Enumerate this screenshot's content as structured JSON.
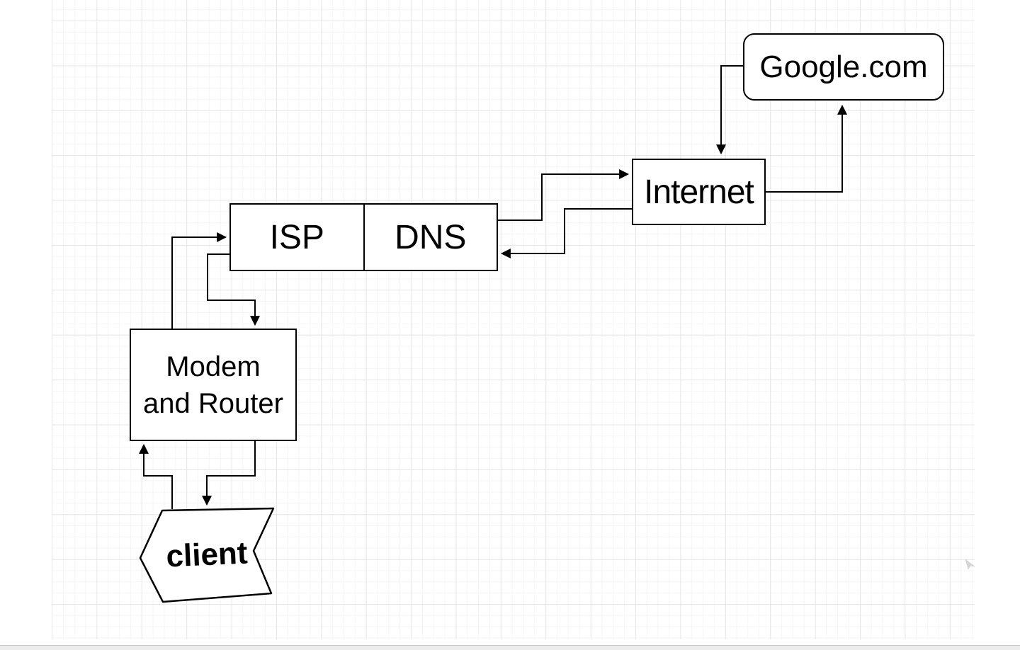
{
  "diagram": {
    "title": "",
    "nodes": {
      "google": {
        "label": "Google.com",
        "shape": "rounded-rectangle"
      },
      "internet": {
        "label": "Internet",
        "shape": "rectangle"
      },
      "isp": {
        "label": "ISP",
        "shape": "rectangle-cell"
      },
      "dns": {
        "label": "DNS",
        "shape": "rectangle-cell"
      },
      "modem": {
        "label": "Modem and Router",
        "line1": "Modem",
        "line2": "and Router",
        "shape": "rectangle"
      },
      "client": {
        "label": "client",
        "shape": "chevron-left"
      }
    },
    "edges": [
      {
        "from": "Google.com",
        "to": "Internet",
        "arrow": "into Internet top"
      },
      {
        "from": "Internet",
        "to": "Google.com",
        "arrow": "into Google.com bottom"
      },
      {
        "from": "DNS",
        "to": "Internet",
        "arrow": "into Internet left"
      },
      {
        "from": "Internet",
        "to": "DNS",
        "arrow": "into DNS right"
      },
      {
        "from": "Modem and Router",
        "to": "ISP",
        "arrow": "into ISP left"
      },
      {
        "from": "ISP",
        "to": "Modem and Router",
        "arrow": "into Modem top"
      },
      {
        "from": "client",
        "to": "Modem and Router",
        "arrow": "into Modem bottom"
      },
      {
        "from": "Modem and Router",
        "to": "client",
        "arrow": "into client top"
      }
    ],
    "colors": {
      "stroke": "#000000",
      "node_fill": "#ffffff",
      "grid_minor": "#f5f5f5",
      "grid_major": "#e7e7e7",
      "background": "#ffffff"
    }
  }
}
